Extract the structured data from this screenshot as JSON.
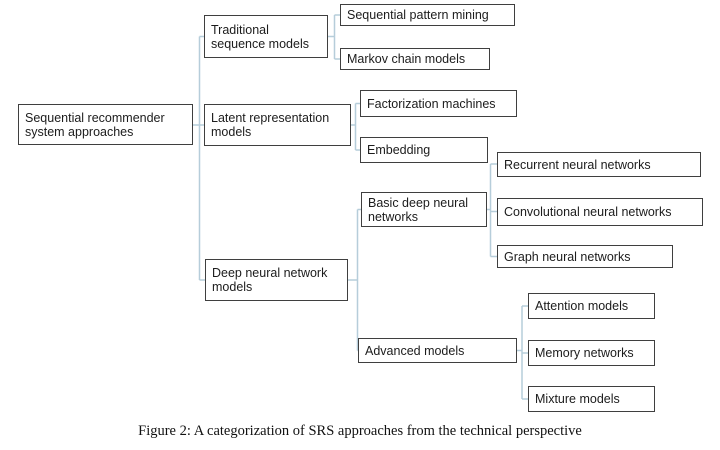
{
  "diagram": {
    "title_concept": "Categorization tree of sequential recommender system approaches",
    "nodes": {
      "root": {
        "label": "Sequential recommender system approaches"
      },
      "traditional_sequence_models": {
        "label": "Traditional sequence models"
      },
      "latent_representation_models": {
        "label": "Latent representation models"
      },
      "deep_neural_network_models": {
        "label": "Deep neural network models"
      },
      "sequential_pattern_mining": {
        "label": "Sequential pattern mining"
      },
      "markov_chain_models": {
        "label": "Markov chain models"
      },
      "factorization_machines": {
        "label": "Factorization machines"
      },
      "embedding": {
        "label": "Embedding"
      },
      "basic_deep_neural_networks": {
        "label": "Basic deep neural networks"
      },
      "advanced_models": {
        "label": "Advanced models"
      },
      "recurrent_neural_networks": {
        "label": "Recurrent neural networks"
      },
      "convolutional_neural_networks": {
        "label": "Convolutional neural networks"
      },
      "graph_neural_networks": {
        "label": "Graph neural networks"
      },
      "attention_models": {
        "label": "Attention models"
      },
      "memory_networks": {
        "label": "Memory networks"
      },
      "mixture_models": {
        "label": "Mixture models"
      }
    },
    "edges": [
      {
        "parent": "Sequential recommender system approaches",
        "child": "Traditional sequence models"
      },
      {
        "parent": "Sequential recommender system approaches",
        "child": "Latent representation models"
      },
      {
        "parent": "Sequential recommender system approaches",
        "child": "Deep neural network models"
      },
      {
        "parent": "Traditional sequence models",
        "child": "Sequential pattern mining"
      },
      {
        "parent": "Traditional sequence models",
        "child": "Markov chain models"
      },
      {
        "parent": "Latent representation models",
        "child": "Factorization machines"
      },
      {
        "parent": "Latent representation models",
        "child": "Embedding"
      },
      {
        "parent": "Deep neural network models",
        "child": "Basic deep neural networks"
      },
      {
        "parent": "Deep neural network models",
        "child": "Advanced models"
      },
      {
        "parent": "Basic deep neural networks",
        "child": "Recurrent neural networks"
      },
      {
        "parent": "Basic deep neural networks",
        "child": "Convolutional neural networks"
      },
      {
        "parent": "Basic deep neural networks",
        "child": "Graph neural networks"
      },
      {
        "parent": "Advanced models",
        "child": "Attention models"
      },
      {
        "parent": "Advanced models",
        "child": "Memory networks"
      },
      {
        "parent": "Advanced models",
        "child": "Mixture models"
      }
    ],
    "colors": {
      "connector": "#b6cdda",
      "box_border": "#3f3f3f",
      "text": "#1c1c1c",
      "background": "#ffffff"
    }
  },
  "caption": {
    "text": "Figure 2: A categorization of SRS approaches from the technical perspective"
  }
}
